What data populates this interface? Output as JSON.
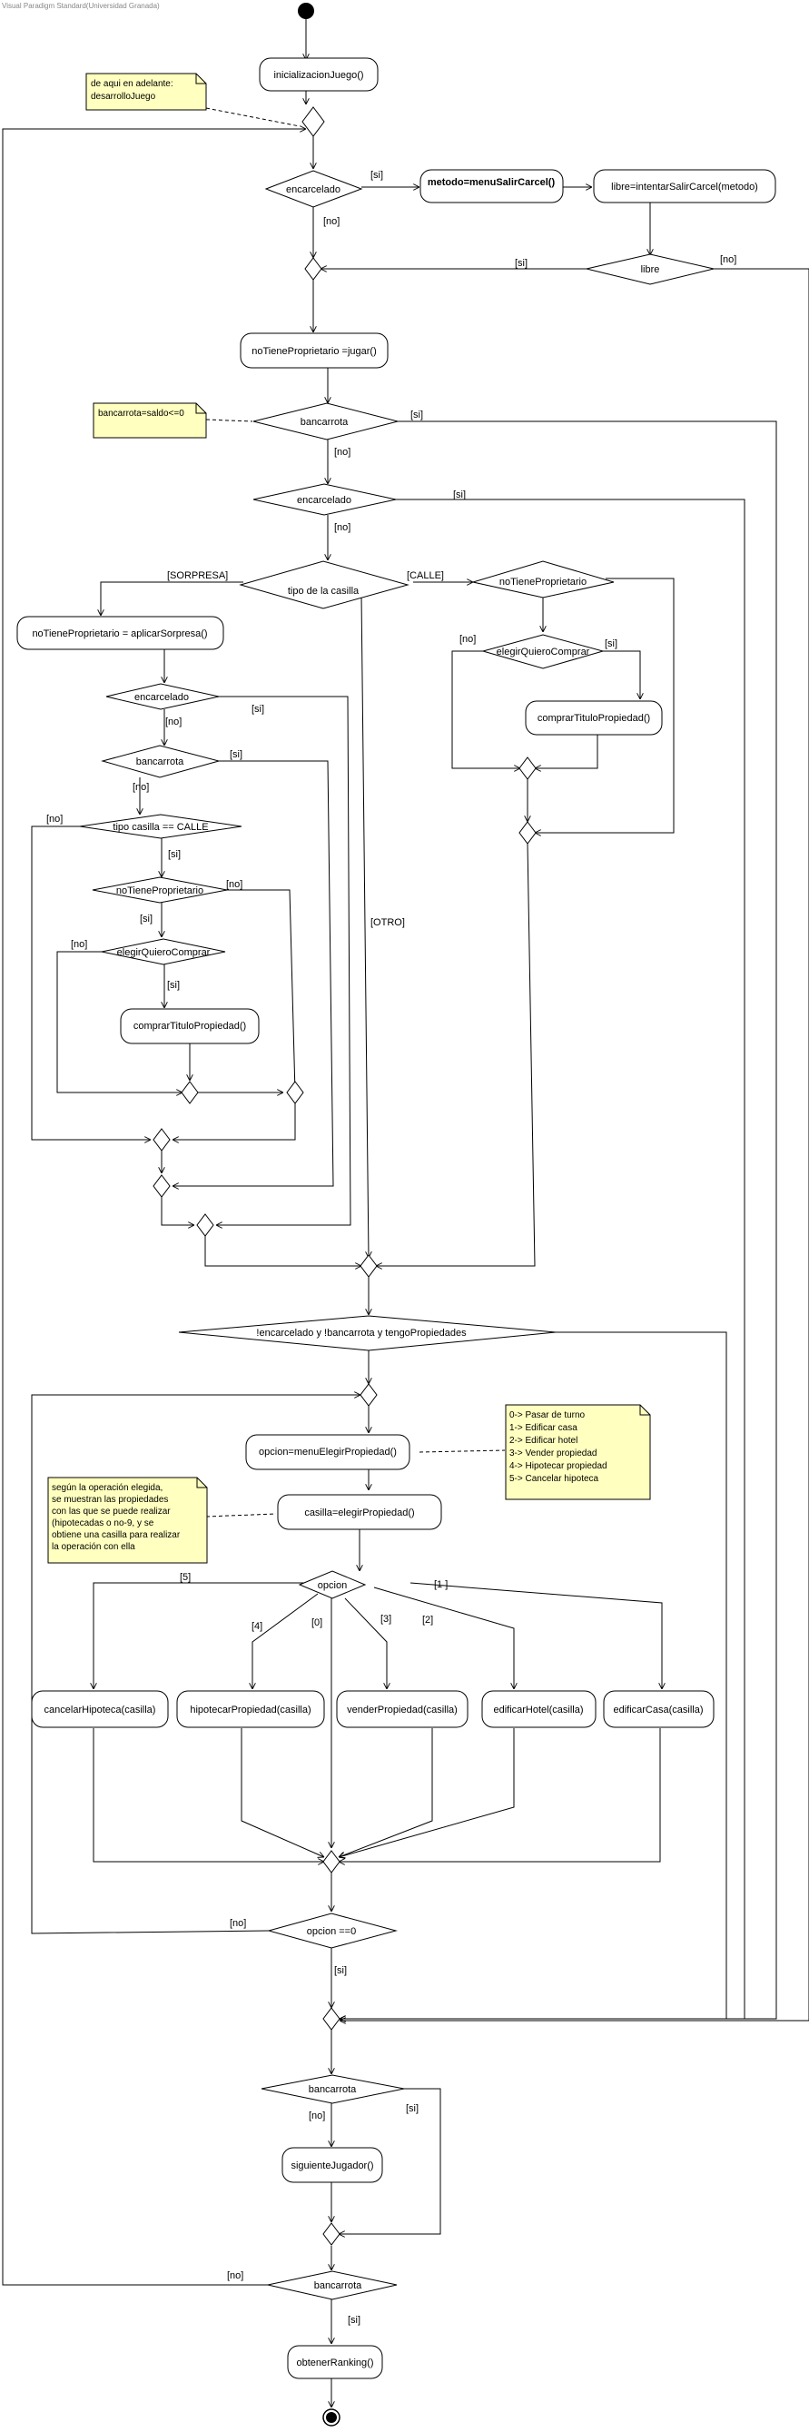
{
  "watermark": "Visual Paradigm Standard(Universidad Granada)",
  "activities": {
    "inicializacion": "inicializacionJuego()",
    "menuSalirCarcel": "metodo=menuSalirCarcel()",
    "intentarSalir": "libre=intentarSalirCarcel(metodo)",
    "jugar": "noTieneProprietario =jugar()",
    "aplicarSorpresa": "noTieneProprietario = aplicarSorpresa()",
    "comprarTitulo1": "comprarTituloPropiedad()",
    "comprarTitulo2": "comprarTituloPropiedad()",
    "menuElegir": "opcion=menuElegirPropiedad()",
    "elegirPropiedad": "casilla=elegirPropiedad()",
    "cancelarHipoteca": "cancelarHipoteca(casilla)",
    "hipotecarPropiedad": "hipotecarPropiedad(casilla)",
    "venderPropiedad": "venderPropiedad(casilla)",
    "edificarHotel": "edificarHotel(casilla)",
    "edificarCasa": "edificarCasa(casilla)",
    "siguienteJugador": "siguienteJugador()",
    "obtenerRanking": "obtenerRanking()"
  },
  "decisions": {
    "encarcelado1": "encarcelado",
    "libre": "libre",
    "bancarrota1": "bancarrota",
    "encarcelado2": "encarcelado",
    "tipoCasilla": "tipo de la casilla",
    "noTieneProp1": "noTieneProprietario",
    "elegirQuiero1": "elegirQuieroComprar",
    "encarcelado3": "encarcelado",
    "bancarrota2": "bancarrota",
    "tipoCalle": "tipo casilla == CALLE",
    "noTieneProp2": "noTieneProprietario",
    "elegirQuiero2": "elegirQuieroComprar",
    "condicion": "!encarcelado y !bancarrota y tengoPropiedades",
    "opcion": "opcion",
    "opcionCero": "opcion ==0",
    "bancarrota3": "bancarrota",
    "bancarrota4": "bancarrota"
  },
  "guards": {
    "si": "[si]",
    "no": "[no]",
    "sorpresa": "[SORPRESA]",
    "calle": "[CALLE]",
    "otro": "[OTRO]",
    "op5": "[5]",
    "op4": "[4]",
    "op0": "[0]",
    "op3": "[3]",
    "op2": "[2]",
    "op1": "[1 ]"
  },
  "notes": {
    "desarrollo": [
      "de aqui en adelante:",
      "desarrolloJuego"
    ],
    "bancarrota": [
      "bancarrota=saldo<=0"
    ],
    "opciones": [
      "0-> Pasar de turno",
      "1-> Edificar casa",
      "2-> Edificar hotel",
      "3-> Vender propiedad",
      "4-> Hipotecar propiedad",
      "5-> Cancelar hipoteca"
    ],
    "operacion": [
      "según la operación elegida,",
      "se muestran las propiedades",
      "con las que se puede realizar",
      "(hipotecadas o no-9, y se",
      "obtiene una casilla para realizar",
      "la operación con ella"
    ]
  },
  "colors": {
    "note": "#ffffc0",
    "line": "#000000",
    "background": "#ffffff"
  }
}
